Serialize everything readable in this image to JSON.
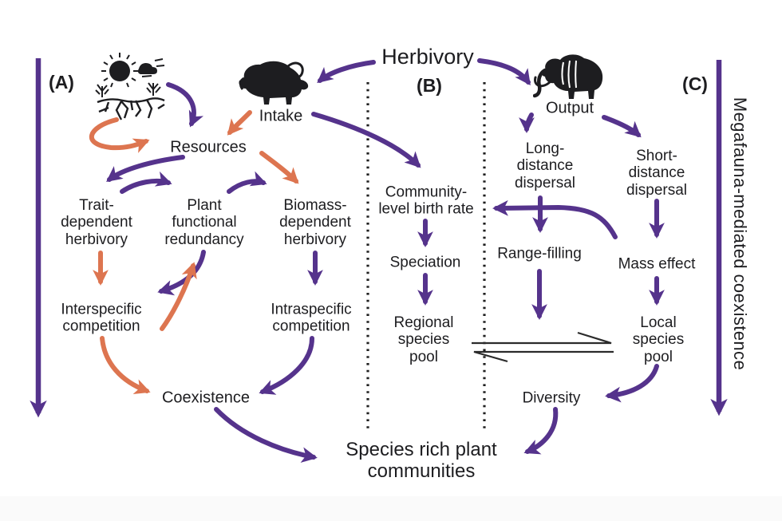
{
  "colors": {
    "purple": "#55338c",
    "orange": "#dd7550",
    "ink": "#1d1d20",
    "divider": "#1e1e1e",
    "harpoon": "#2b2b2b",
    "strip": "#fafafa"
  },
  "title": "Herbivory",
  "side_label": "Megafauna-mediated coexistence",
  "panels": {
    "a": "(A)",
    "b": "(B)",
    "c": "(C)"
  },
  "nodes": {
    "intake": "Intake",
    "output": "Output",
    "resources": "Resources",
    "trait_dependent": "Trait-\ndependent\nherbivory",
    "plant_functional": "Plant\nfunctional\nredundancy",
    "biomass_dependent": "Biomass-\ndependent\nherbivory",
    "interspecific": "Interspecific\ncompetition",
    "intraspecific": "Intraspecific\ncompetition",
    "coexistence": "Coexistence",
    "community_birth": "Community-\nlevel birth rate",
    "speciation": "Speciation",
    "regional_pool": "Regional\nspecies\npool",
    "long_dispersal": "Long-\ndistance\ndispersal",
    "short_dispersal": "Short-\ndistance\ndispersal",
    "range_filling": "Range-filling",
    "mass_effect": "Mass effect",
    "local_pool": "Local\nspecies\npool",
    "diversity": "Diversity",
    "species_rich": "Species rich plant\ncommunities"
  },
  "icons": {
    "drought": "drought-cracked-earth-icon",
    "bison": "bison-icon",
    "mammoth": "mammoth-icon"
  }
}
